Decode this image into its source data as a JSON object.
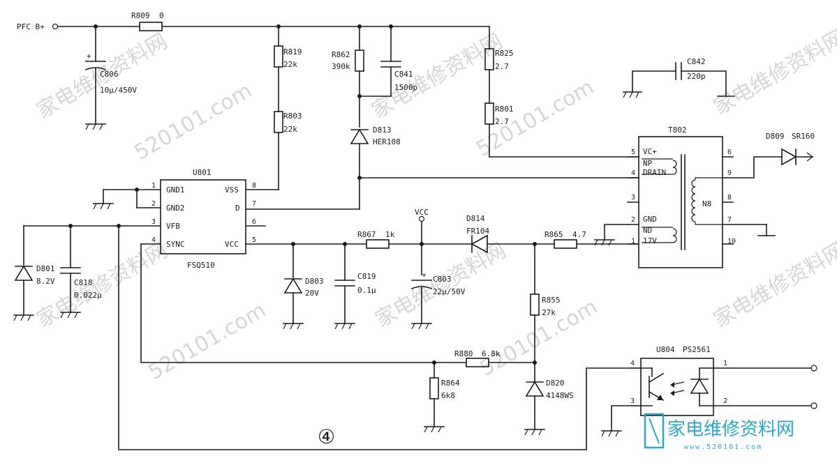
{
  "nets": {
    "pfc_b": "PFC B+",
    "vcc": "VCC"
  },
  "ics": {
    "u801": {
      "ref": "U801",
      "part": "FSQ510",
      "pins": [
        {
          "num": "1",
          "name": "GND1"
        },
        {
          "num": "2",
          "name": "GND2"
        },
        {
          "num": "3",
          "name": "VFB"
        },
        {
          "num": "4",
          "name": "SYNC"
        },
        {
          "num": "8",
          "name": "VSS"
        },
        {
          "num": "7",
          "name": "D"
        },
        {
          "num": "6",
          "name": ""
        },
        {
          "num": "5",
          "name": "VCC"
        }
      ]
    },
    "t802": {
      "ref": "T802",
      "core_label": "N8",
      "left_pins": [
        {
          "num": "5",
          "name": "VC+"
        },
        {
          "num": "",
          "name": "NP"
        },
        {
          "num": "4",
          "name": "DRAIN"
        },
        {
          "num": "3",
          "name": ""
        },
        {
          "num": "2",
          "name": "GND"
        },
        {
          "num": "",
          "name": "ND"
        },
        {
          "num": "1",
          "name": "17V"
        }
      ],
      "right_pins": [
        "6",
        "9",
        "8",
        "7",
        "10"
      ]
    },
    "u804": {
      "ref": "U804",
      "part": "PS2561",
      "pins": [
        "4",
        "3",
        "1",
        "2"
      ]
    }
  },
  "components": {
    "r809": {
      "ref": "R809",
      "value": "0"
    },
    "c806": {
      "ref": "C806",
      "value": "10μ/450V"
    },
    "r819": {
      "ref": "R819",
      "value": "22k"
    },
    "r803": {
      "ref": "R803",
      "value": "22k"
    },
    "r862": {
      "ref": "R862",
      "value": "390k"
    },
    "c841": {
      "ref": "C841",
      "value": "1500p"
    },
    "d813": {
      "ref": "D813",
      "value": "HER108"
    },
    "r825": {
      "ref": "R825",
      "value": "2.7"
    },
    "r801": {
      "ref": "R801",
      "value": "2.7"
    },
    "c842": {
      "ref": "C842",
      "value": "220p"
    },
    "d809": {
      "ref": "D809",
      "value": "SR160"
    },
    "d801": {
      "ref": "D801",
      "value": "8.2V"
    },
    "c818": {
      "ref": "C818",
      "value": "0.022μ"
    },
    "d803": {
      "ref": "D803",
      "value": "20V"
    },
    "c819": {
      "ref": "C819",
      "value": "0.1μ"
    },
    "r867": {
      "ref": "R867",
      "value": "1k"
    },
    "c803": {
      "ref": "C803",
      "value": "22μ/50V"
    },
    "d814": {
      "ref": "D814",
      "value": "FR104"
    },
    "r865": {
      "ref": "R865",
      "value": "4.7"
    },
    "r855": {
      "ref": "R855",
      "value": "27k"
    },
    "r880": {
      "ref": "R880",
      "value": "6.8k"
    },
    "r864": {
      "ref": "R864",
      "value": "6k8"
    },
    "d820": {
      "ref": "D820",
      "value": "4148WS"
    }
  },
  "section_marker": "④",
  "watermarks": {
    "cn": "家电维修资料网",
    "url": "520101.com"
  },
  "logo": {
    "cn": "家电维修资料网",
    "url": "www.520101.com"
  }
}
